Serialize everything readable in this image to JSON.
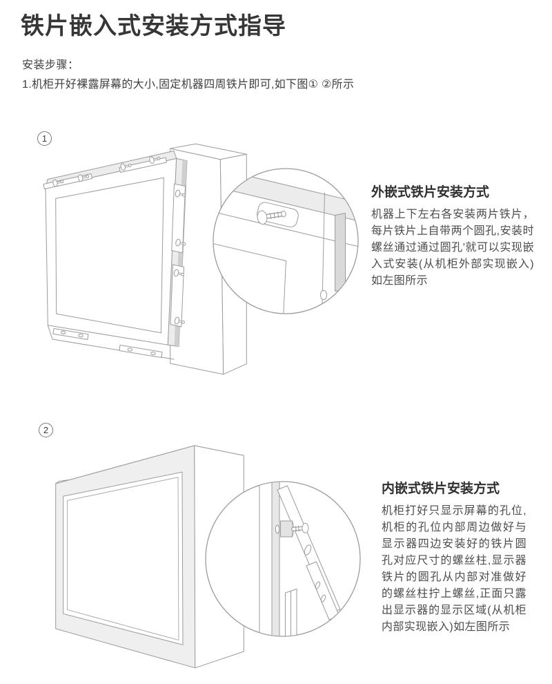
{
  "header": {
    "title": "铁片嵌入式安装方式指导",
    "steps_label": "安装步骤：",
    "step1": "1.机柜开好裸露屏幕的大小,固定机器四周铁片即可,如下图① ②所示"
  },
  "figure1": {
    "badge": "1",
    "heading": "外嵌式铁片安装方式",
    "body": "机器上下左右各安装两片铁片，每片铁片上自带两个圆孔,安装时螺丝通过通过圆孔'就可以实现嵌入式安装(从机柜外部实现嵌入)如左图所示",
    "illustration": "monitor-with-edge-brackets-and-magnified-screw-detail"
  },
  "figure2": {
    "badge": "2",
    "heading": "内嵌式铁片安装方式",
    "body": "机柜打好只显示屏幕的孔位,机柜的孔位内部周边做好与显示器四边安装好的铁片圆孔对应尺寸的螺丝柱,显示器铁片的圆孔从内部对准做好的螺丝柱拧上螺丝,正面只露出显示器的显示区域(从机柜内部实现嵌入)如左图所示",
    "illustration": "cabinet-flush-mount-with-magnified-standoff-screw-detail"
  },
  "colors": {
    "line": "#9b9b9b",
    "fill_light": "#ececec",
    "fill_mid": "#d9d9d9",
    "heading_text": "#2f2f2f",
    "body_text": "#4c4c4c"
  }
}
